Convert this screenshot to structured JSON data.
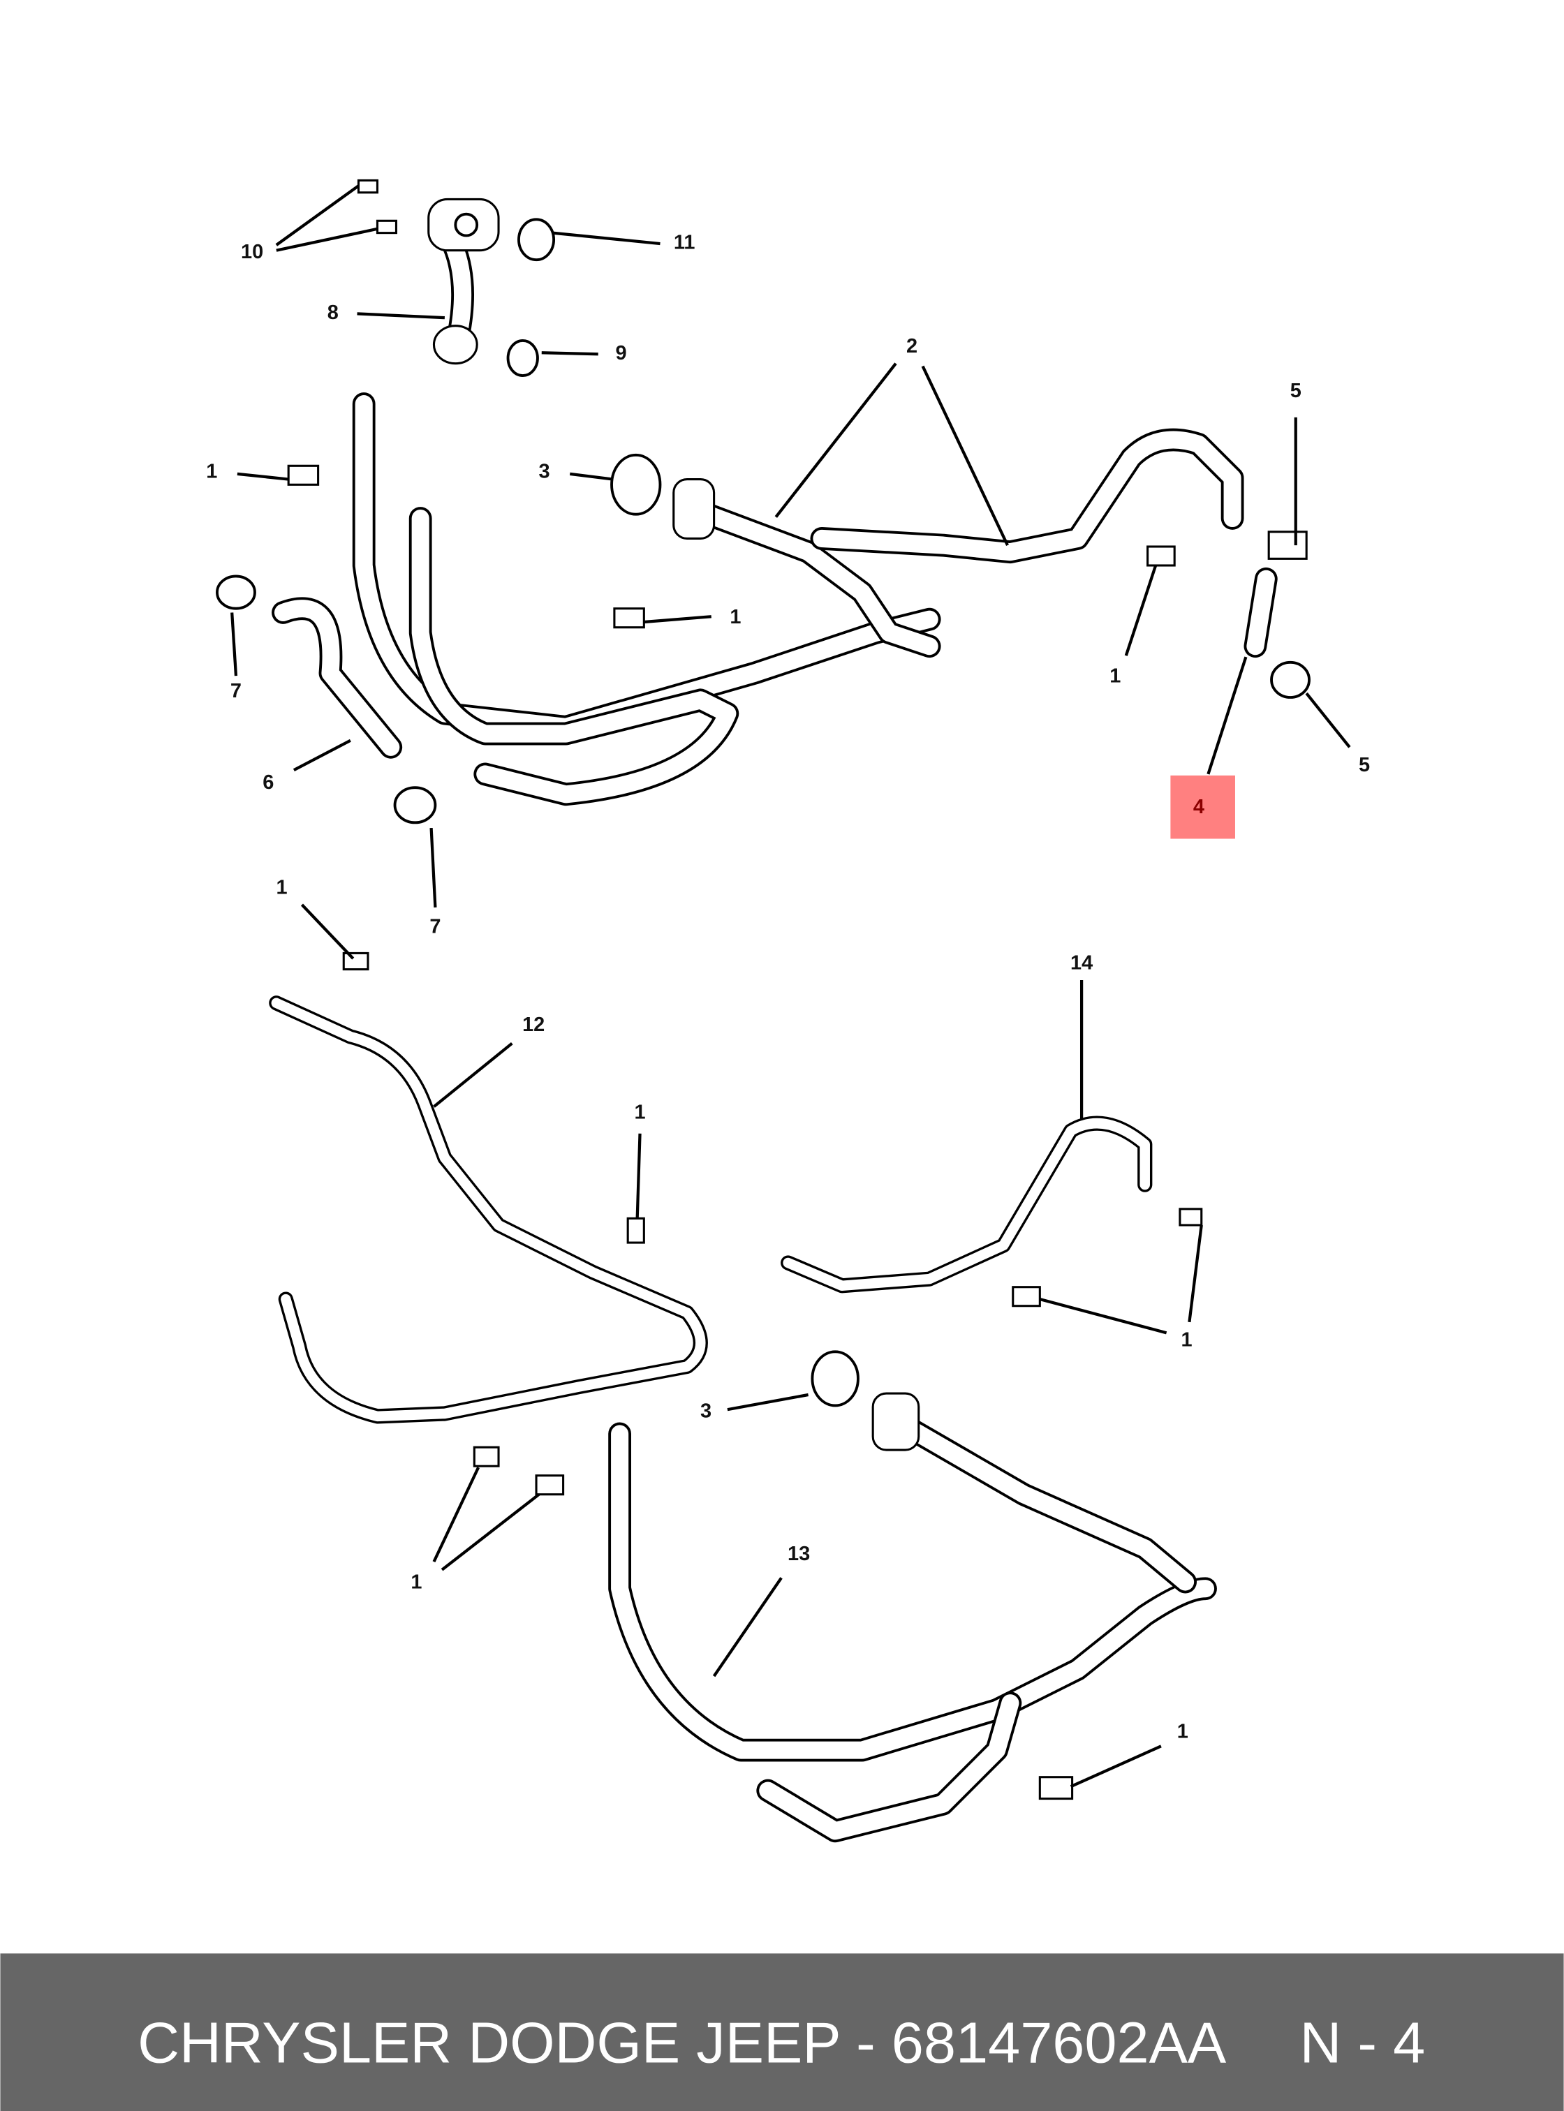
{
  "diagram": {
    "callouts": [
      "10",
      "11",
      "8",
      "9",
      "2",
      "5",
      "1",
      "3",
      "1",
      "7",
      "1",
      "6",
      "5",
      "4",
      "7",
      "1",
      "14",
      "12",
      "1",
      "1",
      "3",
      "13",
      "1",
      "1"
    ],
    "highlighted_callout": "4",
    "highlight_color": "#ff8080"
  },
  "footer": {
    "title": "CHRYSLER DODGE JEEP - 68147602AA",
    "code": "N - 4",
    "background": "#666666"
  }
}
